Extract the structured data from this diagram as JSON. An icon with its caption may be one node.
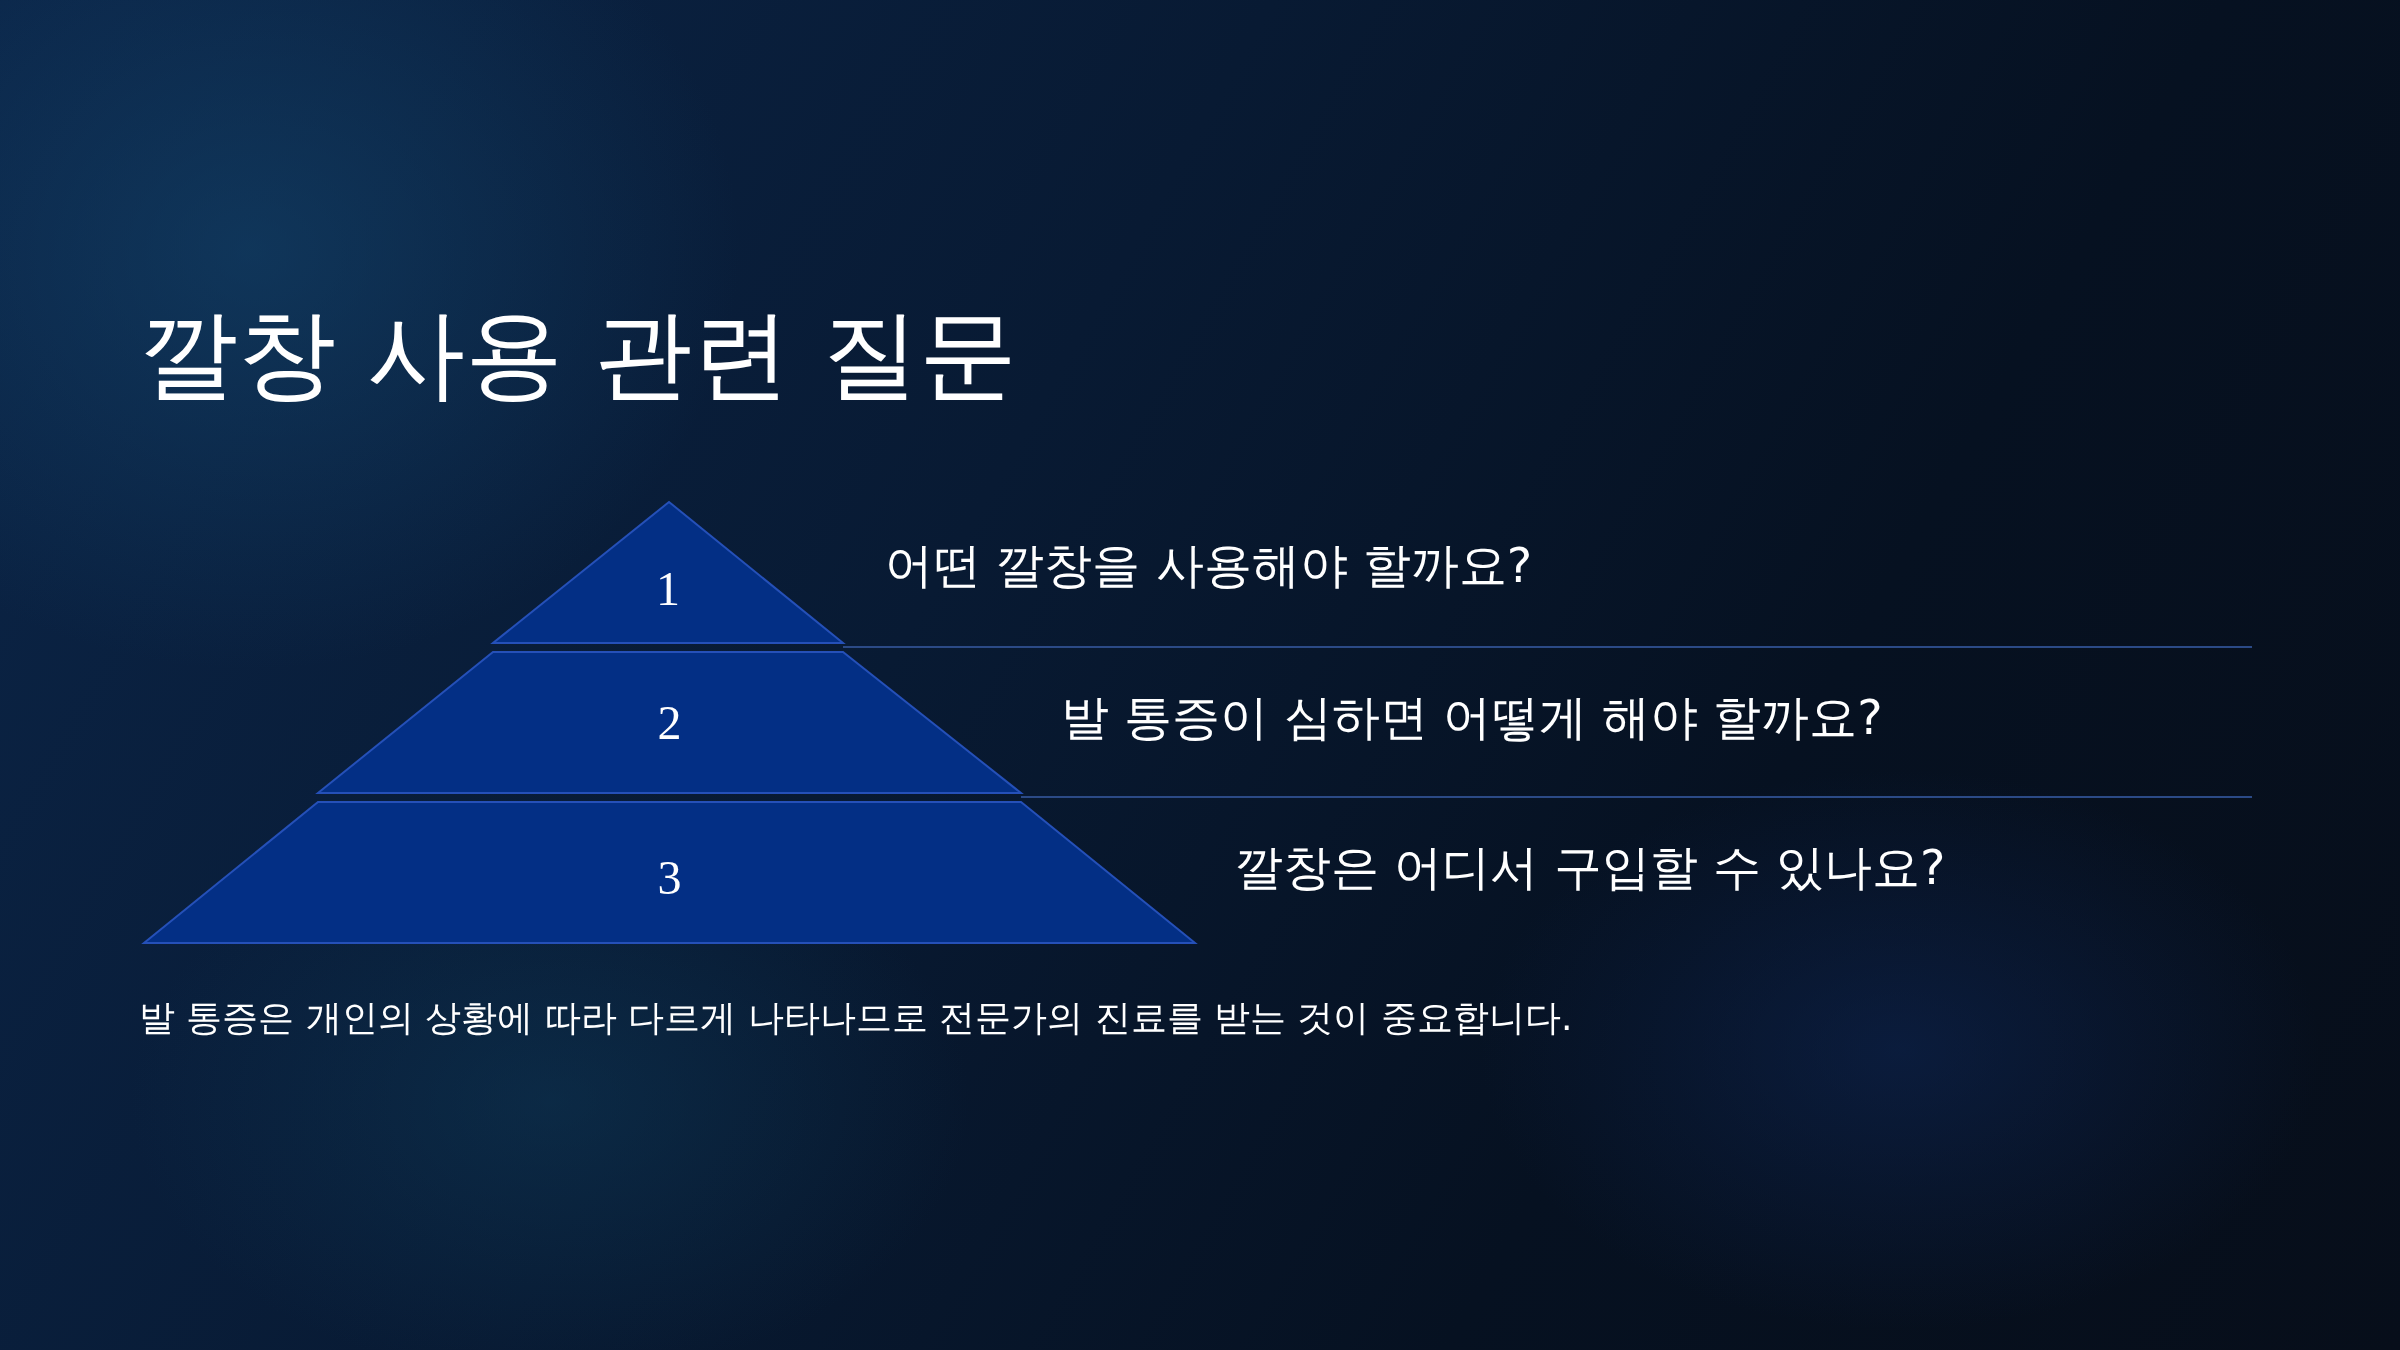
{
  "diagram": {
    "title": "깔창 사용 관련 질문",
    "nodes": [
      {
        "text": [
          "1"
        ],
        "beside": [
          "어떤 깔창을 사용해야 할까요?"
        ]
      },
      {
        "text": [
          "2"
        ],
        "beside": [
          "발 통증이 심하면 어떻게 해야 할까요?"
        ]
      },
      {
        "text": [
          "3"
        ],
        "beside": [
          "깔창은 어디서 구입할 수 있나요?"
        ]
      }
    ],
    "edges": [],
    "labels": [
      "발 통증은 개인의 상황에 따라 다르게 나타나므로 전문가의 진료를 받는 것이 중요합니다."
    ]
  }
}
